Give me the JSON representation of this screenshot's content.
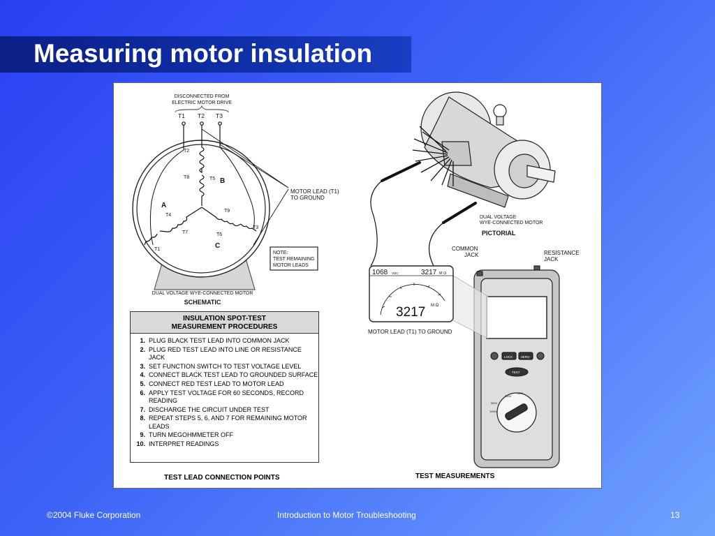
{
  "slide": {
    "title": "Measuring motor insulation"
  },
  "schematic": {
    "top_label_line1": "DISCONNECTED FROM",
    "top_label_line2": "ELECTRIC MOTOR DRIVE",
    "terminals": [
      "T1",
      "T2",
      "T3"
    ],
    "winding_labels": {
      "t2": "T2",
      "t8": "T8",
      "t5": "T5",
      "t4": "T4",
      "t7": "T7",
      "t9": "T9",
      "t6": "T6",
      "t3": "T3",
      "t1": "T1"
    },
    "phase_labels": {
      "a": "A",
      "b": "B",
      "c": "C"
    },
    "motor_lead_line1": "MOTOR LEAD (T1)",
    "motor_lead_line2": "TO GROUND",
    "note_line1": "NOTE:",
    "note_line2": "TEST REMAINING",
    "note_line3": "MOTOR LEADS",
    "motor_caption": "DUAL VOLTAGE WYE-CONNECTED MOTOR",
    "caption": "SCHEMATIC"
  },
  "pictorial": {
    "motor_label_line1": "DUAL VOLTAGE",
    "motor_label_line2": "WYE-CONNECTED MOTOR",
    "caption": "PICTORIAL"
  },
  "meter": {
    "common_jack_line1": "COMMON",
    "common_jack_line2": "JACK",
    "resistance_jack_line1": "RESISTANCE",
    "resistance_jack_line2": "JACK",
    "display_top_left": "1068",
    "display_top_left_unit": "VDC",
    "display_top_right": "3217",
    "display_top_right_unit": "M Ω",
    "display_main": "3217",
    "display_main_unit": "M Ω",
    "motor_lead_caption": "MOTOR LEAD (T1) TO GROUND",
    "buttons": {
      "lock": "LOCK",
      "zero": "ZERO",
      "test": "TEST"
    },
    "dial_labels": {
      "v1000": "1000V",
      "v500": "500V",
      "v250": "250V",
      "off": "OFF"
    },
    "caption": "TEST MEASUREMENTS"
  },
  "procedures": {
    "title_line1": "INSULATION SPOT-TEST",
    "title_line2": "MEASUREMENT PROCEDURES",
    "steps": [
      {
        "num": "1.",
        "text": "PLUG BLACK TEST LEAD INTO COMMON JACK"
      },
      {
        "num": "2.",
        "text": "PLUG RED TEST LEAD INTO LINE OR RESISTANCE JACK"
      },
      {
        "num": "3.",
        "text": "SET FUNCTION SWITCH TO TEST VOLTAGE LEVEL"
      },
      {
        "num": "4.",
        "text": "CONNECT BLACK TEST LEAD TO GROUNDED SURFACE"
      },
      {
        "num": "5.",
        "text": "CONNECT RED TEST LEAD TO MOTOR LEAD"
      },
      {
        "num": "6.",
        "text": "APPLY TEST VOLTAGE FOR 60 SECONDS, RECORD READING"
      },
      {
        "num": "7.",
        "text": "DISCHARGE THE CIRCUIT UNDER TEST"
      },
      {
        "num": "8.",
        "text": "REPEAT STEPS 5, 6, AND 7 FOR REMAINING MOTOR LEADS"
      },
      {
        "num": "9.",
        "text": "TURN MEGOHMMETER OFF"
      },
      {
        "num": "10.",
        "text": "INTERPRET READINGS"
      }
    ],
    "caption": "TEST LEAD CONNECTION POINTS"
  },
  "footer": {
    "copyright": "©2004 Fluke Corporation",
    "course": "Introduction to Motor Troubleshooting",
    "page": "13"
  }
}
